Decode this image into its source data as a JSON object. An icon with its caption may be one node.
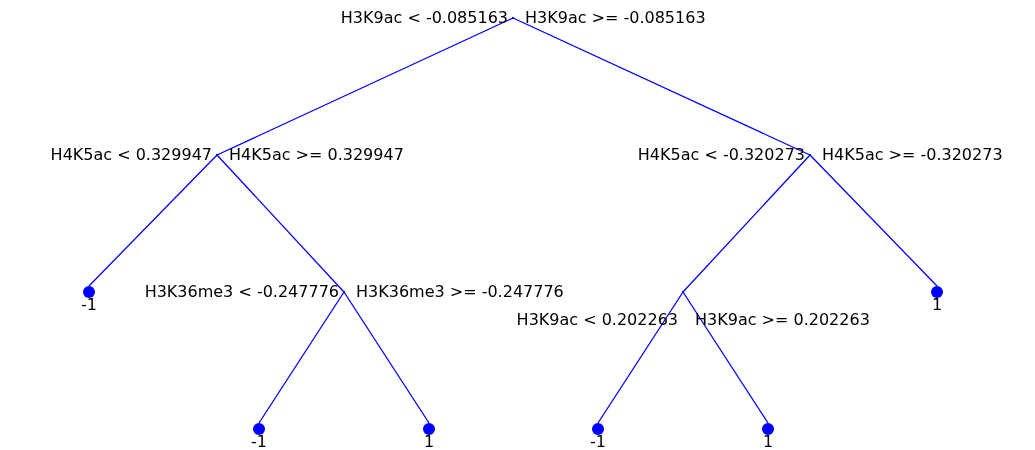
{
  "diagram": {
    "nodes": [
      {
        "text": [],
        "shape": "point",
        "beside": [
          "H3K9ac < -0.085163",
          "H3K9ac >= -0.085163"
        ]
      },
      {
        "text": [],
        "shape": "point",
        "beside": [
          "H4K5ac < 0.329947",
          "H4K5ac >= 0.329947"
        ]
      },
      {
        "text": [],
        "shape": "point",
        "beside": [
          "H4K5ac < -0.320273",
          "H4K5ac >= -0.320273"
        ]
      },
      {
        "text": [
          "-1"
        ]
      },
      {
        "text": [],
        "shape": "point",
        "beside": [
          "H3K36me3 < -0.247776",
          "H3K36me3 >= -0.247776"
        ]
      },
      {
        "text": [],
        "shape": "point",
        "beside": [
          "H3K9ac < 0.202263",
          "H3K9ac >= 0.202263"
        ]
      },
      {
        "text": [
          "1"
        ]
      },
      {
        "text": [
          "-1"
        ]
      },
      {
        "text": [
          "1"
        ]
      },
      {
        "text": [
          "-1"
        ]
      },
      {
        "text": [
          "1"
        ]
      }
    ],
    "edges": [
      {
        "from": 0,
        "to": 1,
        "arrow": "none"
      },
      {
        "from": 0,
        "to": 2,
        "arrow": "none"
      },
      {
        "from": 1,
        "to": 3,
        "arrow": "none"
      },
      {
        "from": 1,
        "to": 4,
        "arrow": "none"
      },
      {
        "from": 2,
        "to": 5,
        "arrow": "none"
      },
      {
        "from": 2,
        "to": 6,
        "arrow": "none"
      },
      {
        "from": 4,
        "to": 7,
        "arrow": "none"
      },
      {
        "from": 4,
        "to": 8,
        "arrow": "none"
      },
      {
        "from": 5,
        "to": 9,
        "arrow": "none"
      },
      {
        "from": 5,
        "to": 10,
        "arrow": "none"
      }
    ]
  }
}
